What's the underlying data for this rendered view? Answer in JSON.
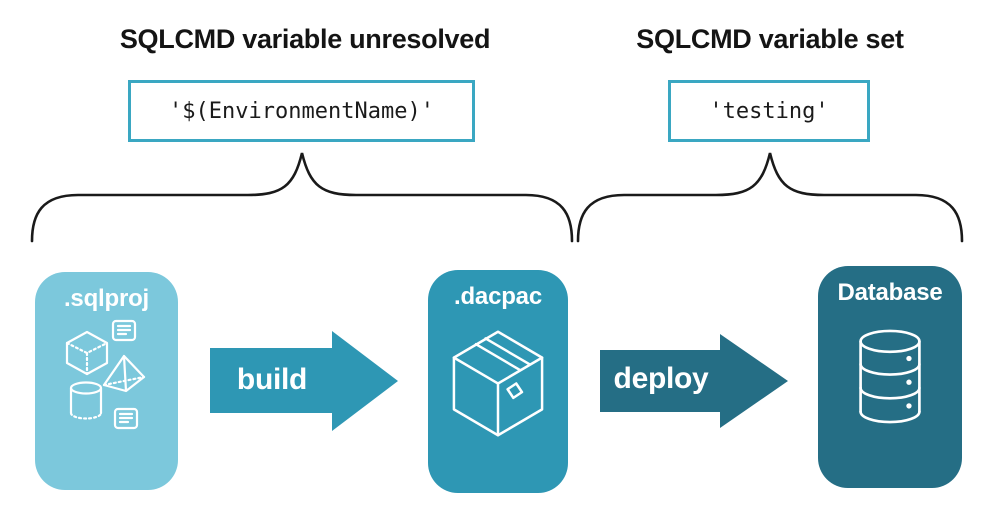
{
  "annotations": {
    "left": {
      "title": "SQLCMD variable unresolved",
      "code": "'$(EnvironmentName)'"
    },
    "right": {
      "title": "SQLCMD variable set",
      "code": "'testing'"
    }
  },
  "pipeline": {
    "nodes": [
      {
        "id": "sqlproj",
        "label": ".sqlproj",
        "color": "#7CC8DC",
        "icon": "sql-project-objects-icon"
      },
      {
        "id": "dacpac",
        "label": ".dacpac",
        "color": "#2E97B4",
        "icon": "package-box-icon"
      },
      {
        "id": "database",
        "label": "Database",
        "color": "#256E85",
        "icon": "database-cylinder-icon"
      }
    ],
    "arrows": [
      {
        "label": "build",
        "color": "#2E97B4"
      },
      {
        "label": "deploy",
        "color": "#256E85"
      }
    ]
  },
  "colors": {
    "background": "#FFFFFF",
    "code_box_border": "#3AA7C2",
    "heading_text": "#141414",
    "brace_stroke": "#1A1A1A",
    "node_label_text": "#FFFFFF",
    "icon_stroke": "#FFFFFF"
  }
}
